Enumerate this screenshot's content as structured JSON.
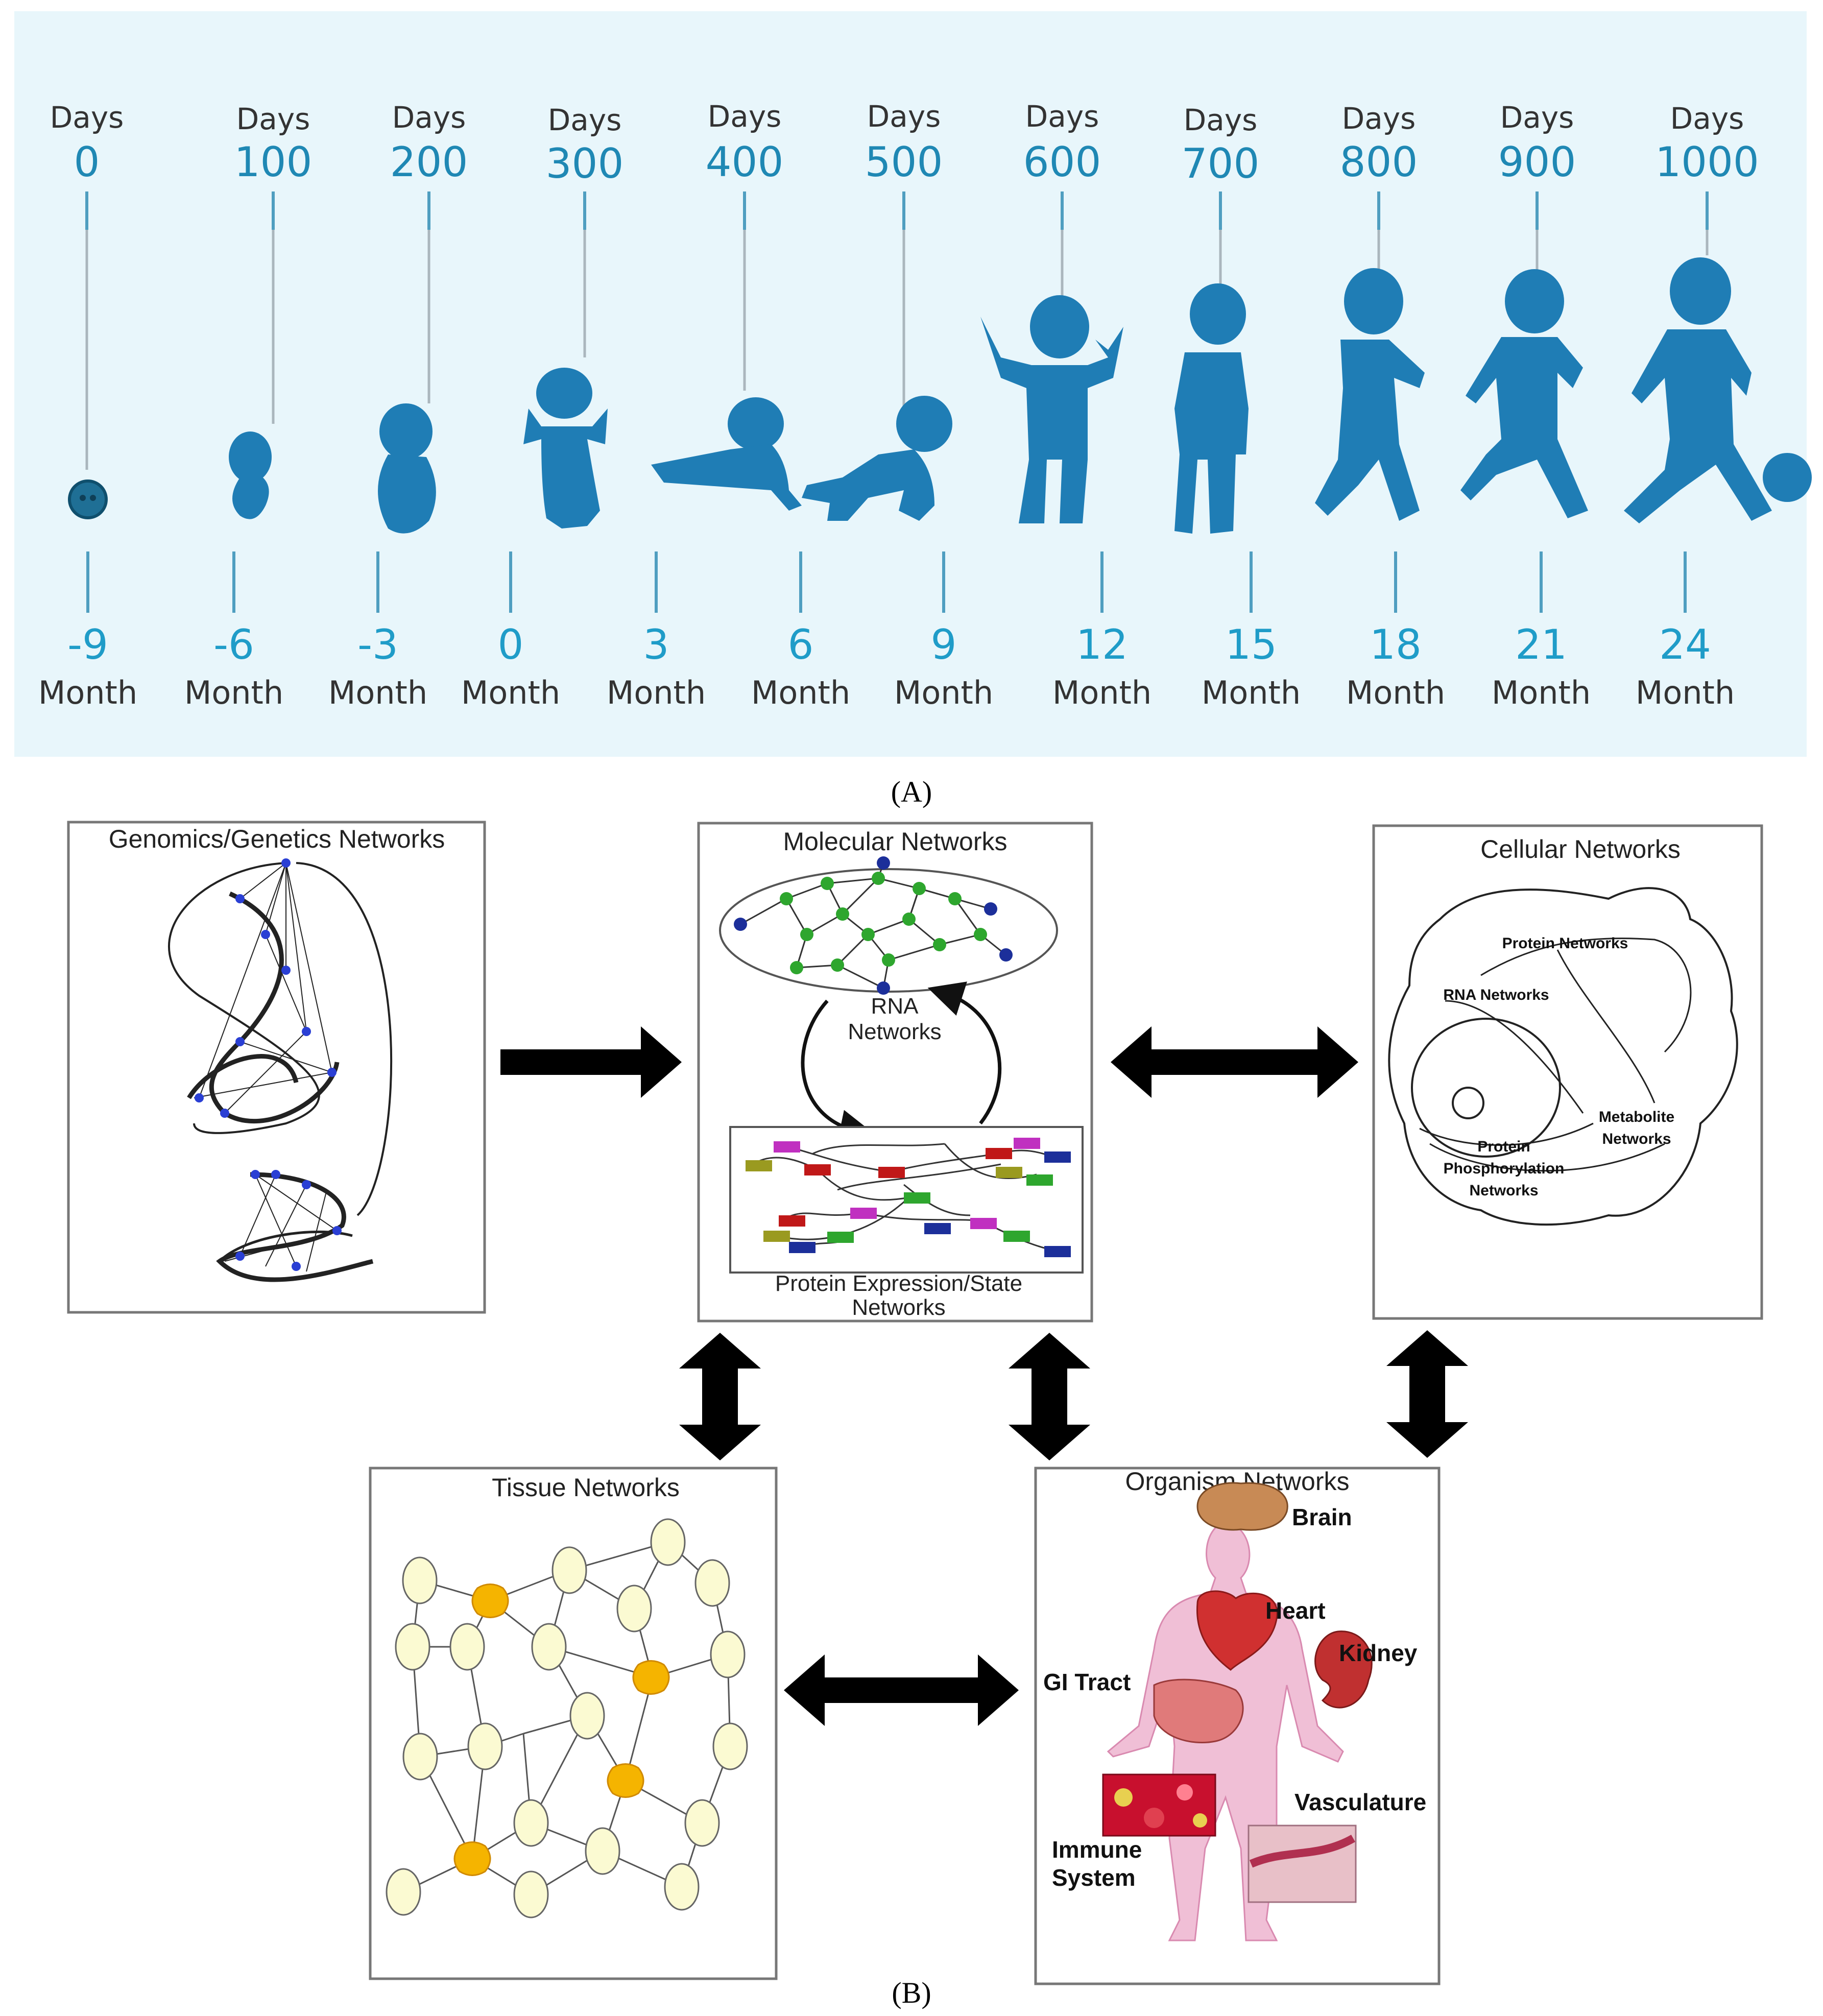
{
  "panel_a": {
    "caption": "(A)",
    "days": [
      {
        "label": "Days",
        "value": "0"
      },
      {
        "label": "Days",
        "value": "100"
      },
      {
        "label": "Days",
        "value": "200"
      },
      {
        "label": "Days",
        "value": "300"
      },
      {
        "label": "Days",
        "value": "400"
      },
      {
        "label": "Days",
        "value": "500"
      },
      {
        "label": "Days",
        "value": "600"
      },
      {
        "label": "Days",
        "value": "700"
      },
      {
        "label": "Days",
        "value": "800"
      },
      {
        "label": "Days",
        "value": "900"
      },
      {
        "label": "Days",
        "value": "1000"
      }
    ],
    "months": [
      {
        "value": "-9",
        "label": "Month"
      },
      {
        "value": "-6",
        "label": "Month"
      },
      {
        "value": "-3",
        "label": "Month"
      },
      {
        "value": "0",
        "label": "Month"
      },
      {
        "value": "3",
        "label": "Month"
      },
      {
        "value": "6",
        "label": "Month"
      },
      {
        "value": "9",
        "label": "Month"
      },
      {
        "value": "12",
        "label": "Month"
      },
      {
        "value": "15",
        "label": "Month"
      },
      {
        "value": "18",
        "label": "Month"
      },
      {
        "value": "21",
        "label": "Month"
      },
      {
        "value": "24",
        "label": "Month"
      }
    ],
    "colors": {
      "background": "#e8f6fb",
      "figure": "#1f7db5",
      "days_value": "#1f88b4",
      "month_value": "#1f9cc8"
    }
  },
  "panel_b": {
    "caption": "(B)",
    "genomics": {
      "title": "Genomics/Genetics Networks"
    },
    "molecular": {
      "title": "Molecular Networks",
      "rna_line1": "RNA",
      "rna_line2": "Networks",
      "protein_line1": "Protein Expression/State",
      "protein_line2": "Networks"
    },
    "cellular": {
      "title": "Cellular Networks",
      "protein": "Protein Networks",
      "rna": "RNA Networks",
      "metabolite_line1": "Metabolite",
      "metabolite_line2": "Networks",
      "phos_line1": "Protein",
      "phos_line2": "Phosphorylation",
      "phos_line3": "Networks"
    },
    "tissue": {
      "title": "Tissue Networks"
    },
    "organism": {
      "title": "Organism Networks",
      "brain": "Brain",
      "heart": "Heart",
      "kidney": "Kidney",
      "gi": "GI Tract",
      "vasculature": "Vasculature",
      "immune_line1": "Immune",
      "immune_line2": "System"
    },
    "colors": {
      "node_green": "#2ea62e",
      "node_blue": "#1c2f9a",
      "tissue_node": "#fbfad2",
      "tissue_active": "#f5b400"
    }
  }
}
